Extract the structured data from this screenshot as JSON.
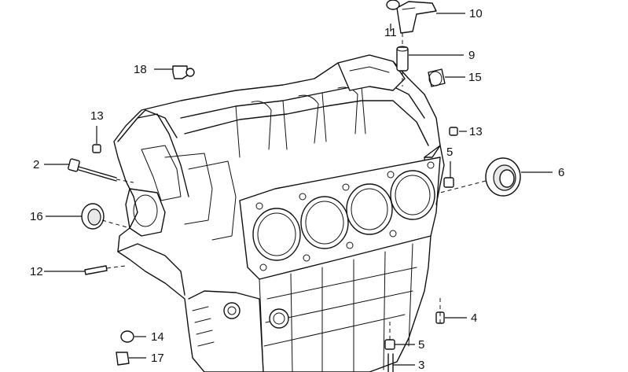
{
  "diagram": {
    "callouts": [
      {
        "id": "c10",
        "label": "10"
      },
      {
        "id": "c11",
        "label": "11"
      },
      {
        "id": "c9",
        "label": "9"
      },
      {
        "id": "c15",
        "label": "15"
      },
      {
        "id": "c18",
        "label": "18"
      },
      {
        "id": "c13a",
        "label": "13"
      },
      {
        "id": "c13b",
        "label": "13"
      },
      {
        "id": "c2",
        "label": "2"
      },
      {
        "id": "c5a",
        "label": "5"
      },
      {
        "id": "c6",
        "label": "6"
      },
      {
        "id": "c16",
        "label": "16"
      },
      {
        "id": "c12",
        "label": "12"
      },
      {
        "id": "c4",
        "label": "4"
      },
      {
        "id": "c14",
        "label": "14"
      },
      {
        "id": "c5b",
        "label": "5"
      },
      {
        "id": "c17",
        "label": "17"
      },
      {
        "id": "c3",
        "label": "3"
      }
    ]
  }
}
